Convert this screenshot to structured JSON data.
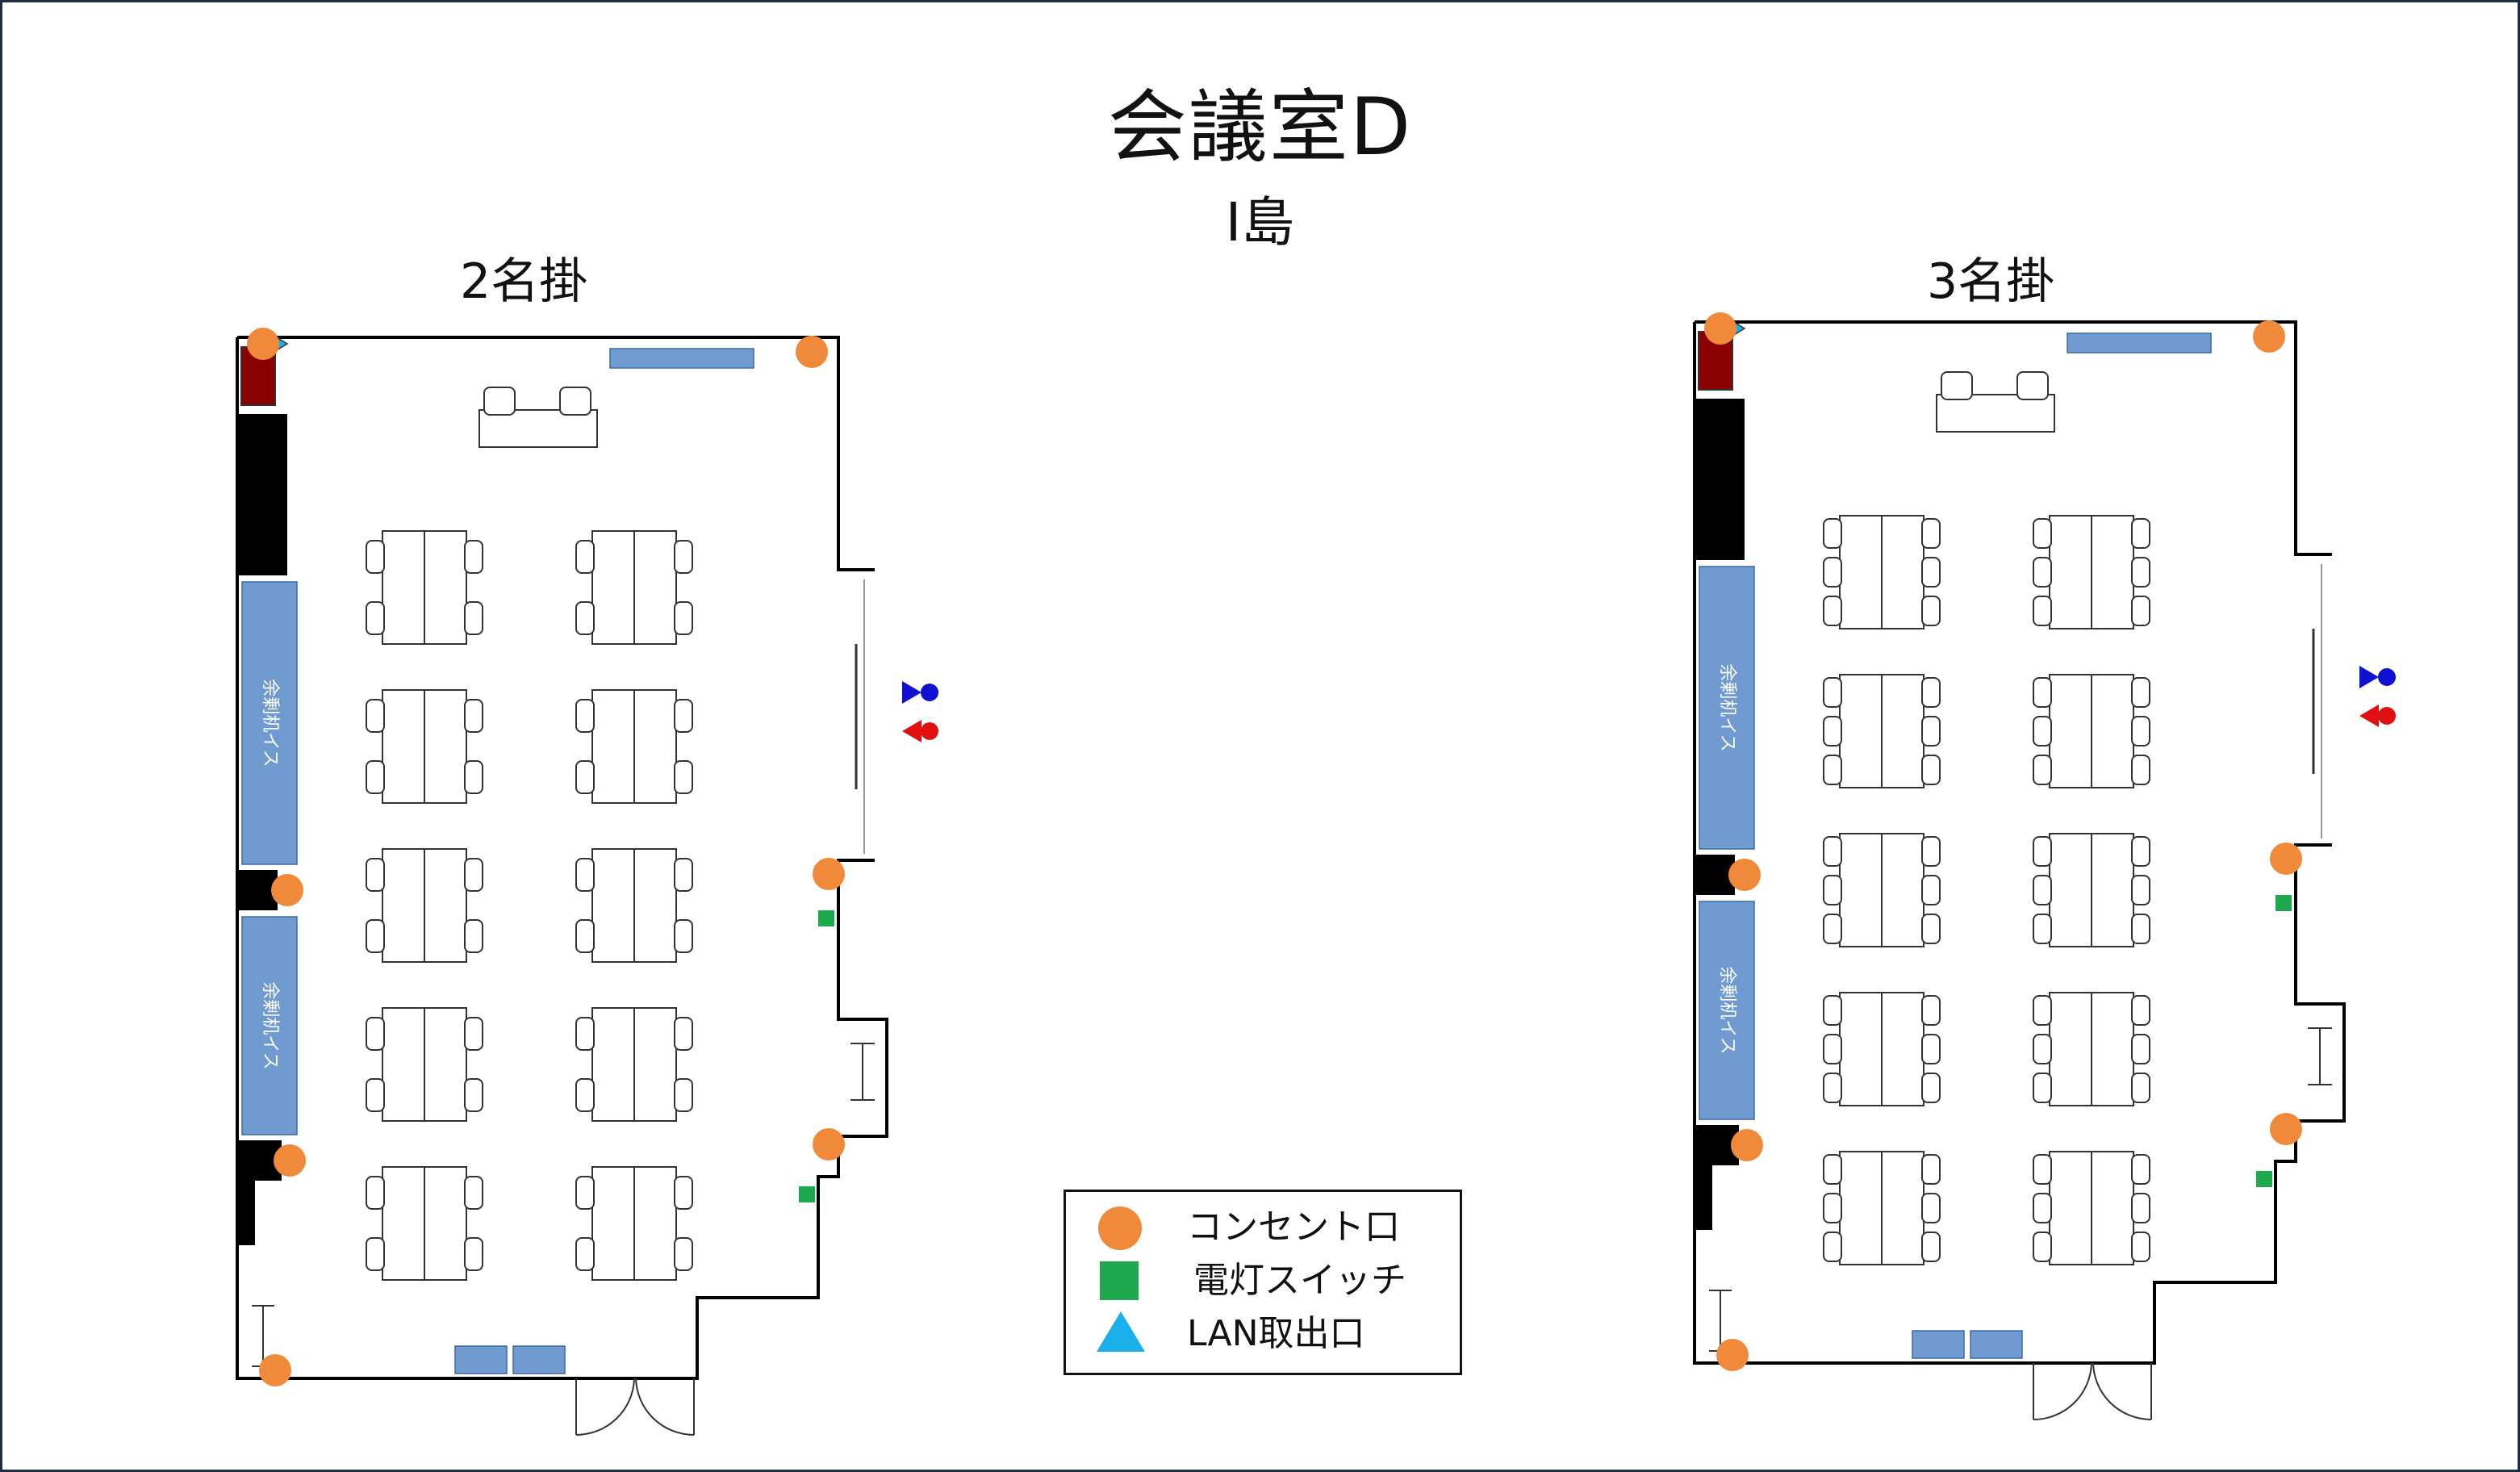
{
  "page": {
    "title": "会議室D",
    "subtitle": "I島"
  },
  "rooms": [
    {
      "caption": "2名掛",
      "seats_per_side": 2,
      "table_columns": 2,
      "table_rows": 5,
      "storage_label": "余剰机イス"
    },
    {
      "caption": "3名掛",
      "seats_per_side": 3,
      "table_columns": 2,
      "table_rows": 5,
      "storage_label": "余剰机イス"
    }
  ],
  "legend": {
    "items": [
      {
        "label": "コンセント口",
        "symbol": "circle",
        "icon": "outlet-icon"
      },
      {
        "label": "電灯スイッチ",
        "symbol": "square",
        "icon": "light-switch-icon"
      },
      {
        "label": "LAN取出口",
        "symbol": "triangle",
        "icon": "lan-port-icon"
      }
    ]
  },
  "colors": {
    "outlet": "#f08a3a",
    "switch": "#1fa94f",
    "lan": "#1cb0ea",
    "storage": "#6f9bd1",
    "cabinet_red": "#8b0000",
    "wall": "#000000",
    "restroom_male": "#1010d0",
    "restroom_female": "#e01010"
  }
}
